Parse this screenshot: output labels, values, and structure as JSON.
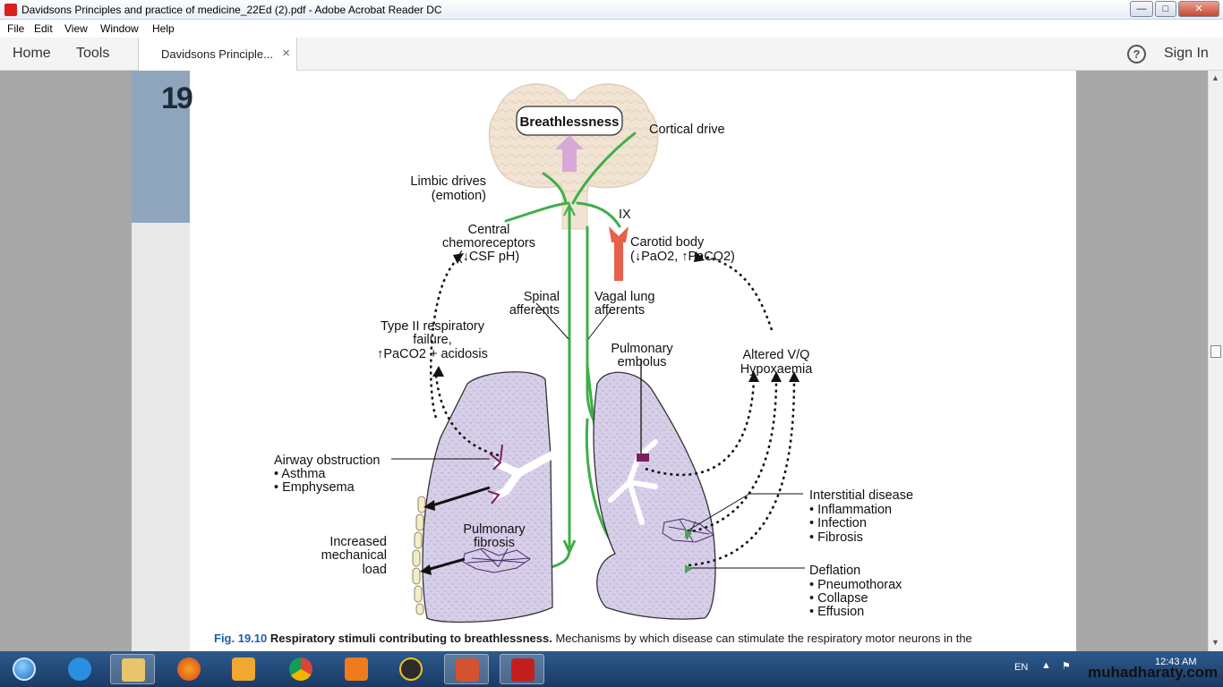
{
  "window": {
    "title": "Davidsons Principles and practice of medicine_22Ed (2).pdf - Adobe Acrobat Reader DC",
    "min": "—",
    "max": "□",
    "close": "✕"
  },
  "menu": [
    "File",
    "Edit",
    "View",
    "Window",
    "Help"
  ],
  "toolbar": {
    "home": "Home",
    "tools": "Tools",
    "tab_label": "Davidsons Principle...",
    "tab_close": "×",
    "help": "?",
    "signin": "Sign In"
  },
  "page": {
    "chapter_number": "19",
    "diagram": {
      "breathlessness": "Breathlessness",
      "cortical": "Cortical drive",
      "limbic": [
        "Limbic drives",
        "(emotion)"
      ],
      "central": [
        "Central",
        "chemoreceptors",
        "(↓CSF pH)"
      ],
      "ix": "IX",
      "carotid": [
        "Carotid body",
        "(↓PaO2, ↑PaCO2)"
      ],
      "spinal": [
        "Spinal",
        "afferents"
      ],
      "vagal": [
        "Vagal lung",
        "afferents"
      ],
      "type2": [
        "Type II respiratory",
        "failure,",
        "↑PaCO2 + acidosis"
      ],
      "pulm_embolus": [
        "Pulmonary",
        "embolus"
      ],
      "altered": [
        "Altered V/Q",
        "Hypoxaemia"
      ],
      "airway": [
        "Airway obstruction",
        "• Asthma",
        "• Emphysema"
      ],
      "interstitial": [
        "Interstitial disease",
        "• Inflammation",
        "• Infection",
        "• Fibrosis"
      ],
      "increased": [
        "Increased",
        "mechanical",
        "load"
      ],
      "pulm_fibrosis": [
        "Pulmonary",
        "fibrosis"
      ],
      "deflation": [
        "Deflation",
        "• Pneumothorax",
        "• Collapse",
        "• Effusion"
      ]
    },
    "caption": {
      "fig": "Fig. 19.10",
      "title": "Respiratory stimuli contributing to breathlessness.",
      "text": "Mechanisms by which disease can stimulate the respiratory motor neurons in the"
    }
  },
  "colors": {
    "pathway": "#3fae49",
    "lung": "#d7cfe8",
    "brain": "#f1e4d3",
    "vessel": "#e8604c",
    "chapter_bar": "#8fa5bd"
  },
  "taskbar": {
    "apps": [
      "start-orb",
      "internet-explorer-icon",
      "file-explorer-icon",
      "firefox-icon",
      "media-player-icon",
      "chrome-icon",
      "mail-icon",
      "bird-app-icon",
      "powerpoint-icon",
      "acrobat-icon"
    ],
    "lang": "EN",
    "time": "12:43 AM",
    "watermark": "muhadharaty.com"
  }
}
